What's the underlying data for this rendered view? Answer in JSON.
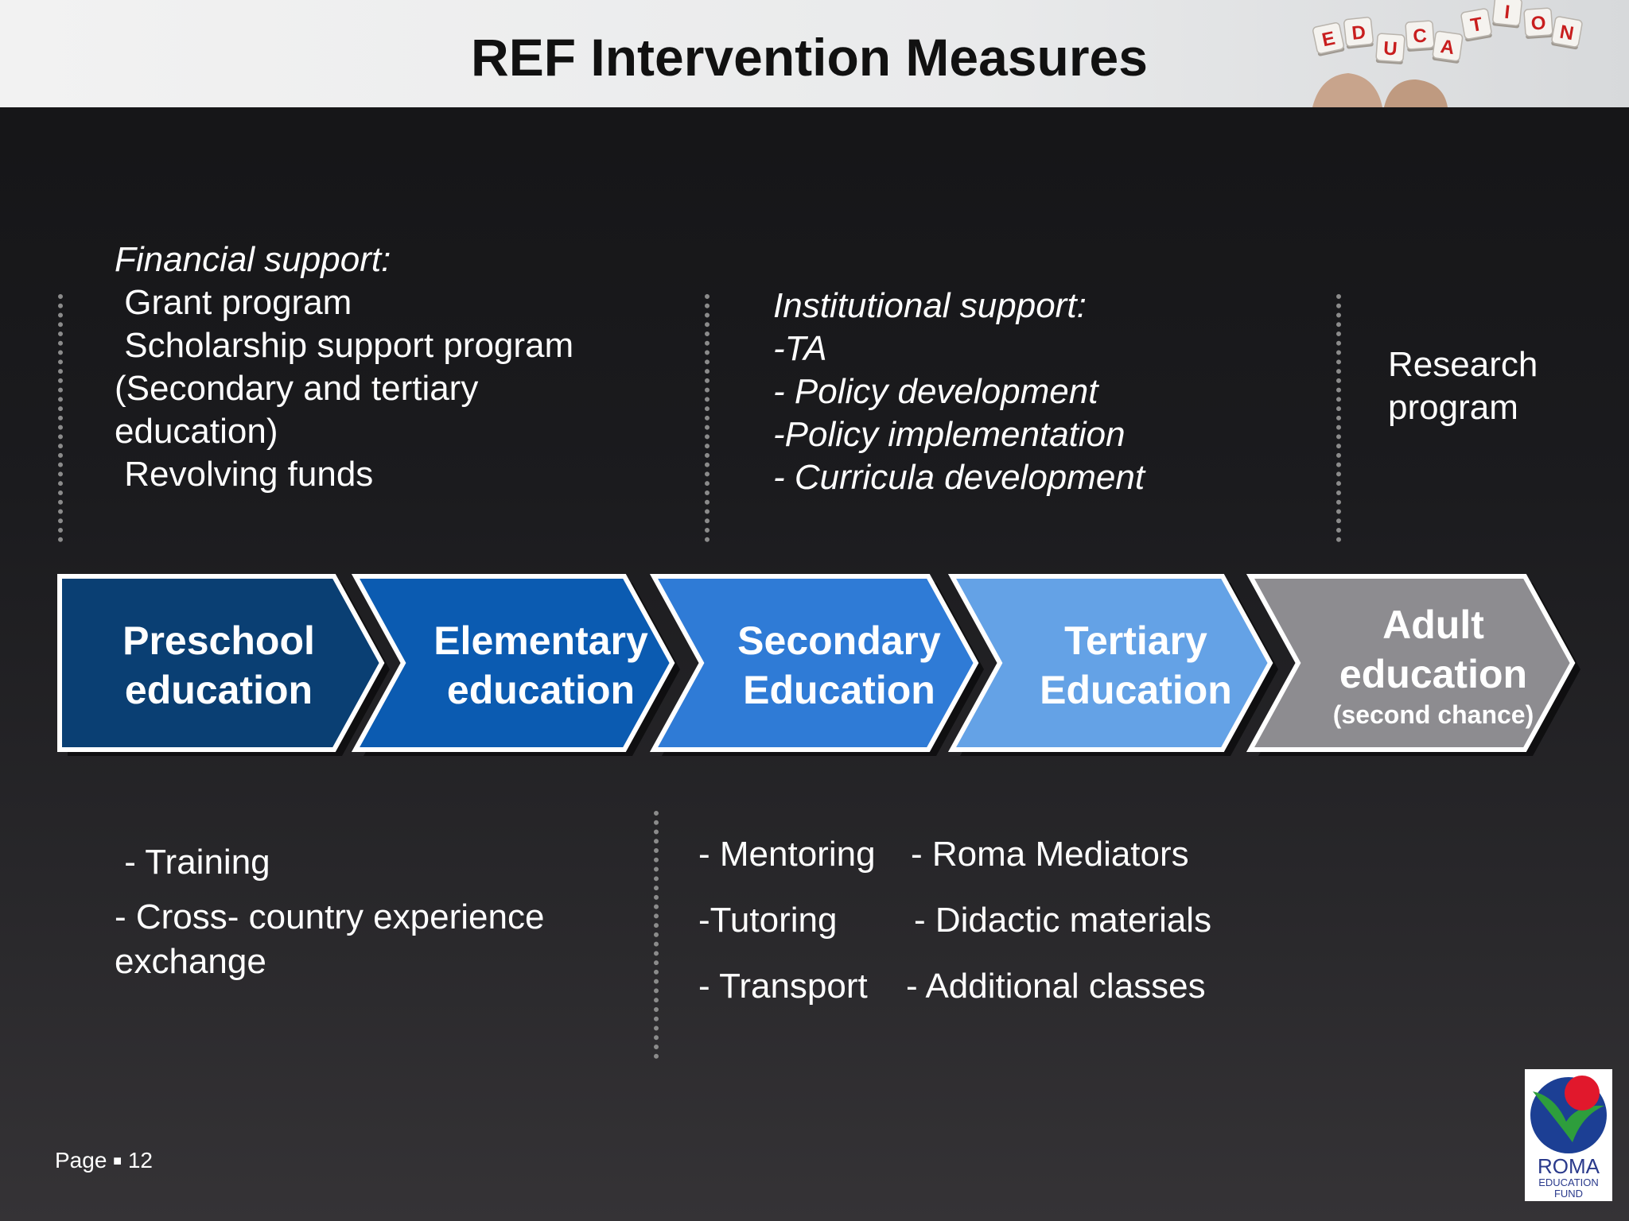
{
  "title": "REF Intervention Measures",
  "header_image": {
    "letters": [
      "E",
      "D",
      "U",
      "C",
      "A",
      "T",
      "I",
      "O",
      "N"
    ]
  },
  "top_sections": {
    "financial": {
      "heading": "Financial support:",
      "lines": [
        " Grant program",
        " Scholarship support program",
        "(Secondary and tertiary",
        "education)",
        " Revolving funds"
      ]
    },
    "institutional": {
      "heading": "Institutional support:",
      "lines": [
        "-TA",
        "- Policy development",
        "-Policy implementation",
        "- Curricula development"
      ]
    },
    "research": {
      "lines": [
        "Research",
        "program"
      ]
    }
  },
  "stages": [
    {
      "line1": "Preschool",
      "line2": "education",
      "color": "#0a3f73"
    },
    {
      "line1": "Elementary",
      "line2": "education",
      "color": "#0b5bb1"
    },
    {
      "line1": "Secondary",
      "line2": "Education",
      "color": "#2f7bd6"
    },
    {
      "line1": "Tertiary",
      "line2": "Education",
      "color": "#64a2e6"
    },
    {
      "line1": "Adult",
      "line2": "education",
      "line3": "(second chance)",
      "color": "#8d8c90"
    }
  ],
  "bottom_sections": {
    "left": {
      "lines": [
        " - Training",
        "- Cross- country experience",
        "exchange"
      ]
    },
    "right": {
      "col1": [
        "- Mentoring",
        "-Tutoring",
        "- Transport"
      ],
      "col2": [
        "- Roma Mediators",
        "- Didactic materials",
        "- Additional classes"
      ]
    }
  },
  "footer": {
    "page_label": "Page",
    "page_number": "12"
  },
  "logo": {
    "line1": "ROMA",
    "line2": "EDUCATION",
    "line3": "FUND",
    "colors": {
      "blue": "#1c3f94",
      "green": "#2e9e3c",
      "red": "#e1182c"
    }
  }
}
